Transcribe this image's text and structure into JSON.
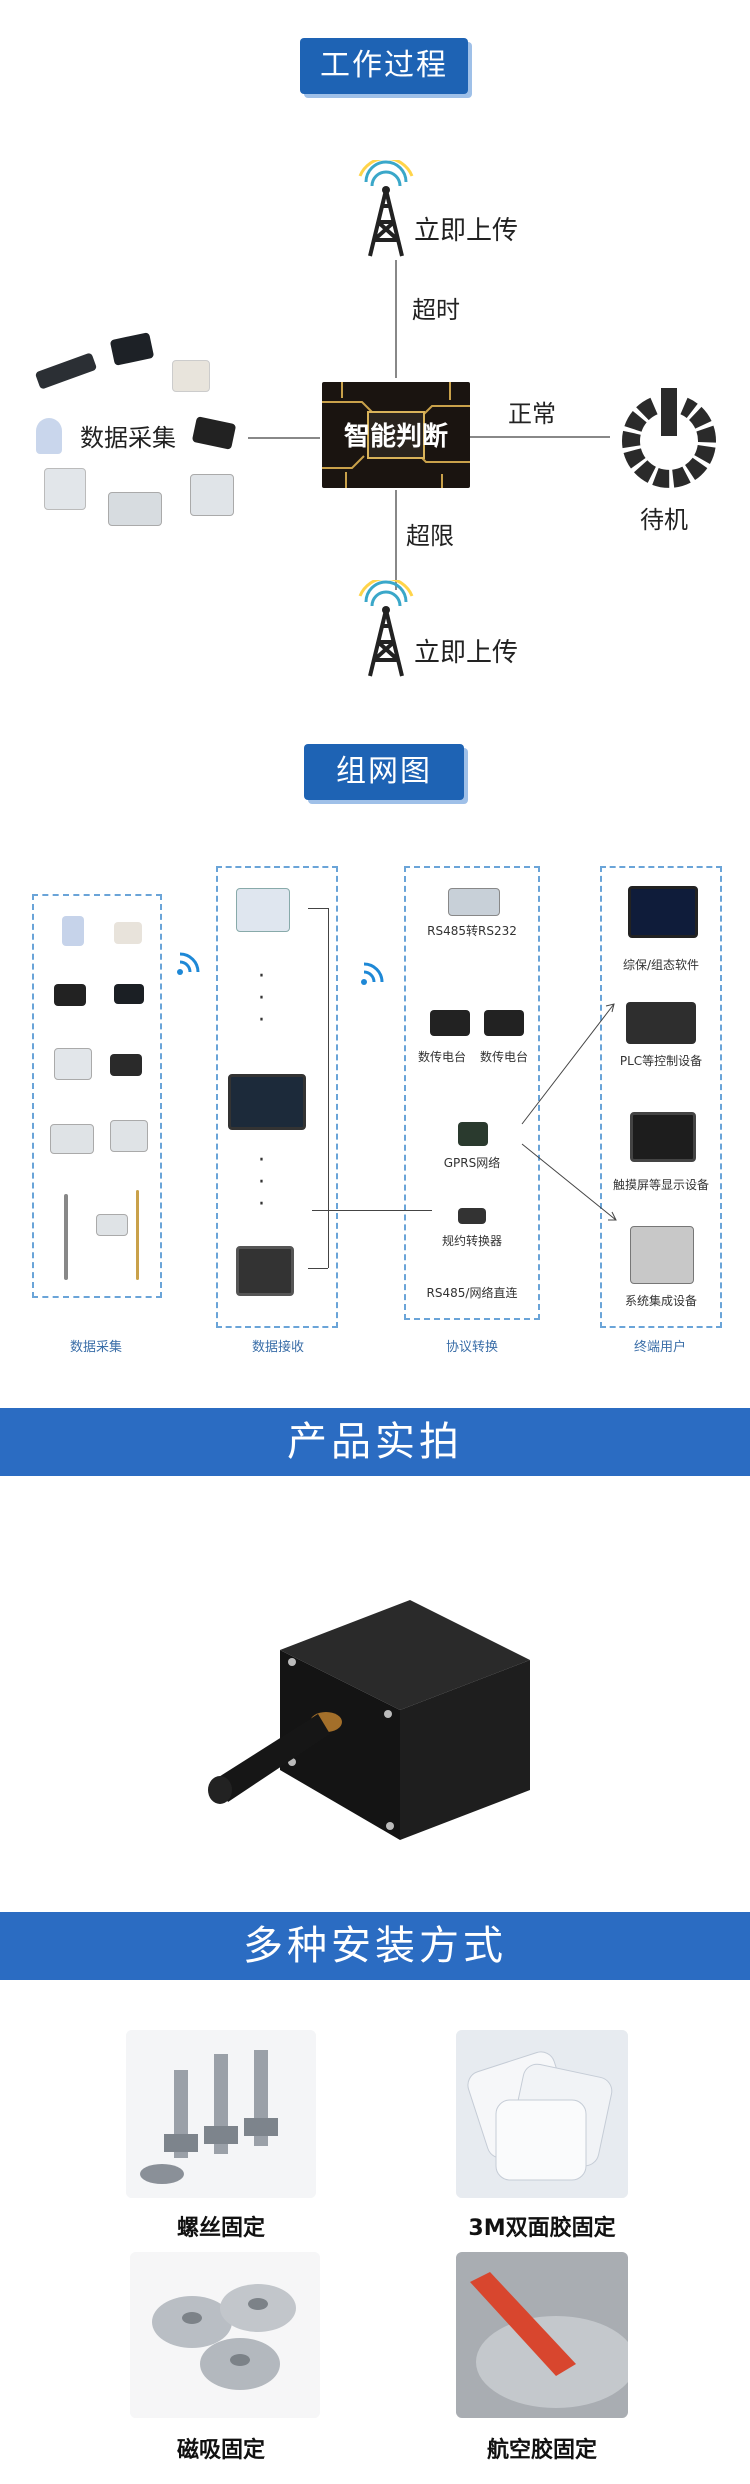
{
  "process": {
    "title": "工作过程",
    "upload_top": "立即上传",
    "timeout": "超时",
    "data_collect": "数据采集",
    "smart": "智能判断",
    "normal": "正常",
    "standby": "待机",
    "over_limit": "超限",
    "upload_bottom": "立即上传"
  },
  "network": {
    "title": "组网图",
    "rs485_232": "RS485转RS232",
    "radio1": "数传电台",
    "radio2": "数传电台",
    "gprs": "GPRS网络",
    "protocol_conv": "规约转换器",
    "rs485_direct": "RS485/网络直连",
    "software": "综保/组态软件",
    "plc": "PLC等控制设备",
    "touch": "触摸屏等显示设备",
    "system": "系统集成设备",
    "col_collect": "数据采集",
    "col_receive": "数据接收",
    "col_protocol": "协议转换",
    "col_user": "终端用户"
  },
  "photo_band": {
    "title": "产品实拍"
  },
  "mount_band": {
    "title": "多种安装方式"
  },
  "mounts": {
    "screw": "螺丝固定",
    "tape": "3M双面胶固定",
    "magnet": "磁吸固定",
    "glue": "航空胶固定"
  },
  "colors": {
    "accent": "#1e63b4",
    "band": "#2b6cc2"
  }
}
